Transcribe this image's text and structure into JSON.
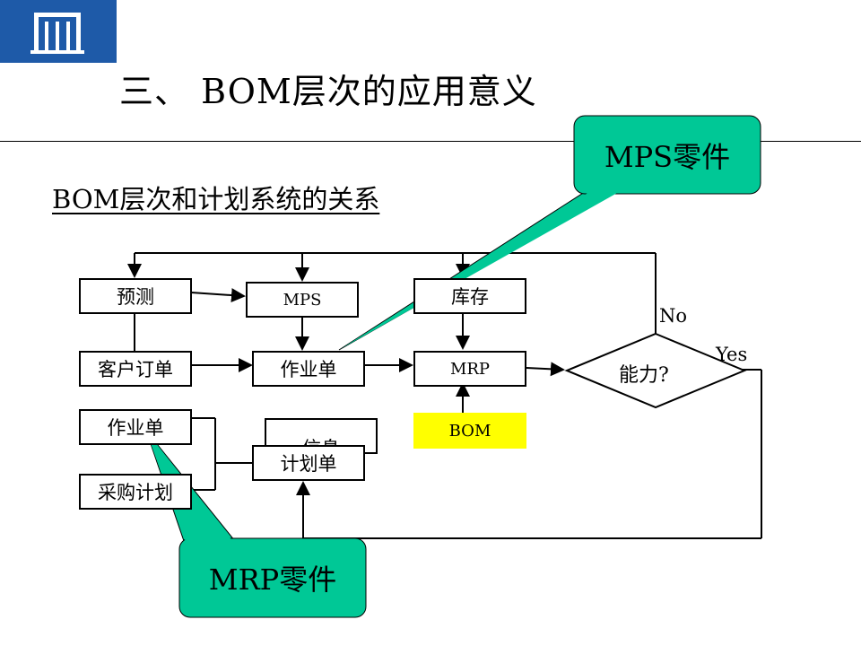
{
  "header": {
    "title": "三、 BOM层次的应用意义",
    "subtitle": "BOM层次和计划系统的关系"
  },
  "logo": {
    "icon": "university-logo-icon",
    "color": "#1e5aa8"
  },
  "flowchart": {
    "forecast": "预测",
    "mps": "MPS",
    "inventory": "库存",
    "customer_order": "客户订单",
    "work_order_mid": "作业单",
    "mrp": "MRP",
    "capacity": "能力?",
    "no_label": "No",
    "yes_label": "Yes",
    "bom": "BOM",
    "work_order_left": "作业单",
    "purchase_plan": "采购计划",
    "info": "信息",
    "plan_sheet": "计划单"
  },
  "callouts": {
    "mps_parts": "MPS零件",
    "mrp_parts": "MRP零件"
  },
  "colors": {
    "callout_fill": "#00c896",
    "bom_fill": "#ffff00"
  }
}
